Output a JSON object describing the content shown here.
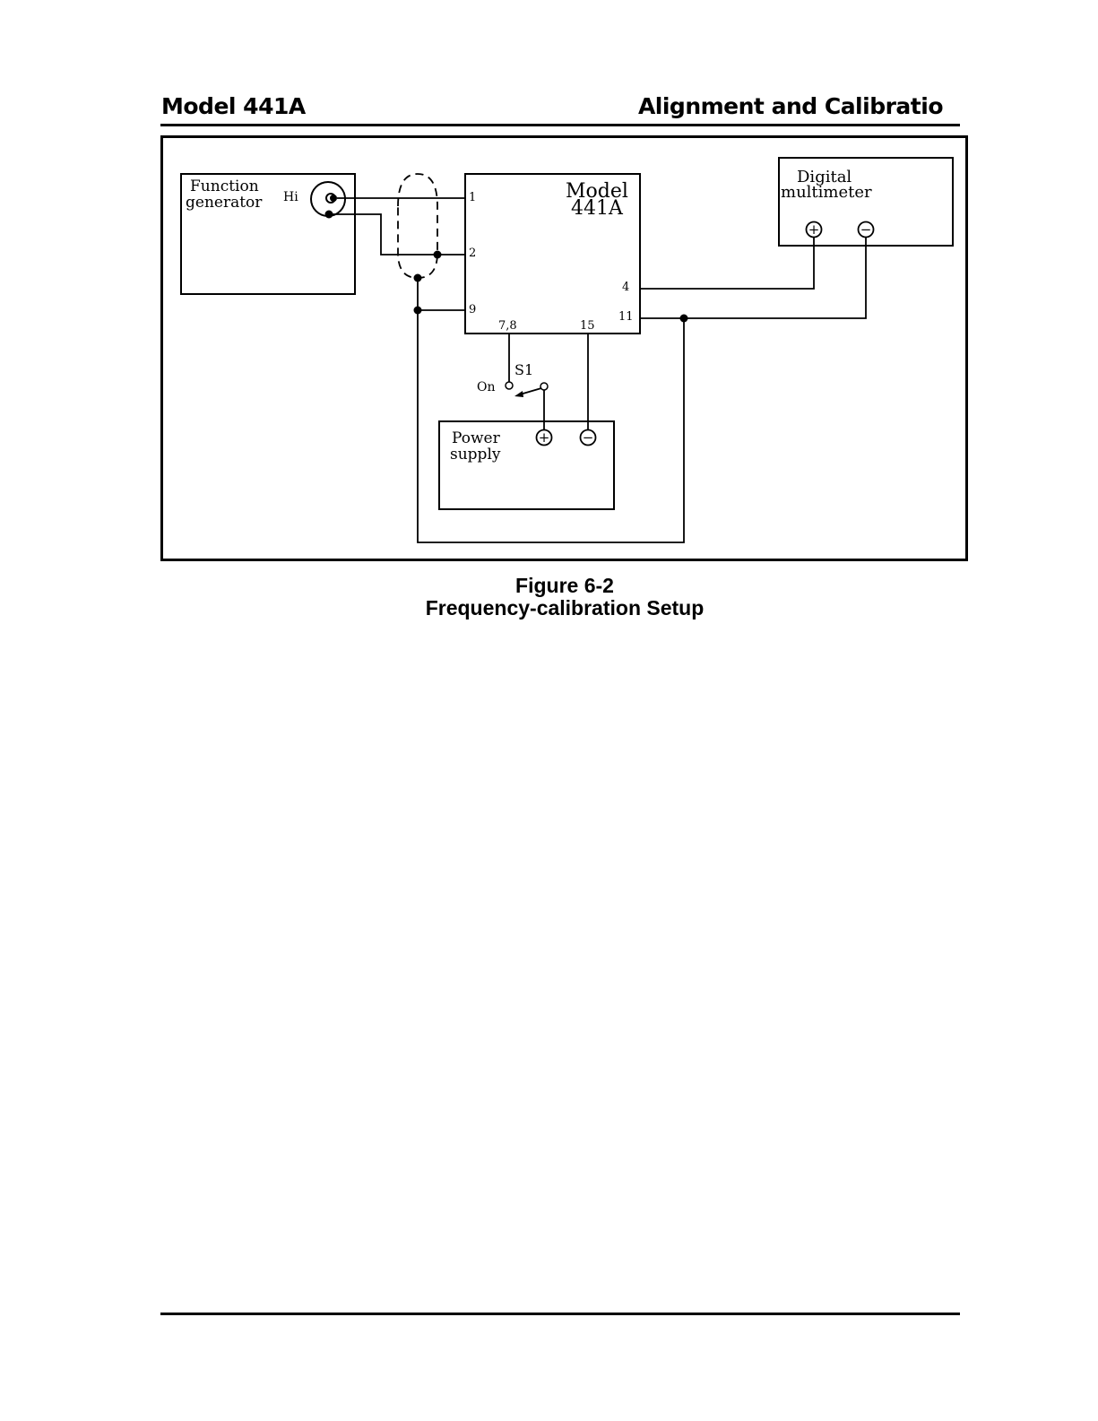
{
  "header": {
    "left": "Model 441A",
    "right": "Alignment and Calibratio"
  },
  "figure": {
    "number": "Figure 6-2",
    "title": "Frequency-calibration Setup"
  },
  "diagram": {
    "function_generator": {
      "label_line1": "Function",
      "label_line2": "generator",
      "terminal": "Hi"
    },
    "model_box": {
      "label_line1": "Model",
      "label_line2": "441A",
      "pins": {
        "p1": "1",
        "p2": "2",
        "p4": "4",
        "p9": "9",
        "p11": "11",
        "p78": "7,8",
        "p15": "15"
      }
    },
    "multimeter": {
      "label_line1": "Digital",
      "label_line2": "multimeter",
      "plus": "+",
      "minus": "−"
    },
    "switch": {
      "name": "S1",
      "position": "On"
    },
    "power_supply": {
      "label_line1": "Power",
      "label_line2": "supply",
      "plus": "+",
      "minus": "−"
    }
  }
}
